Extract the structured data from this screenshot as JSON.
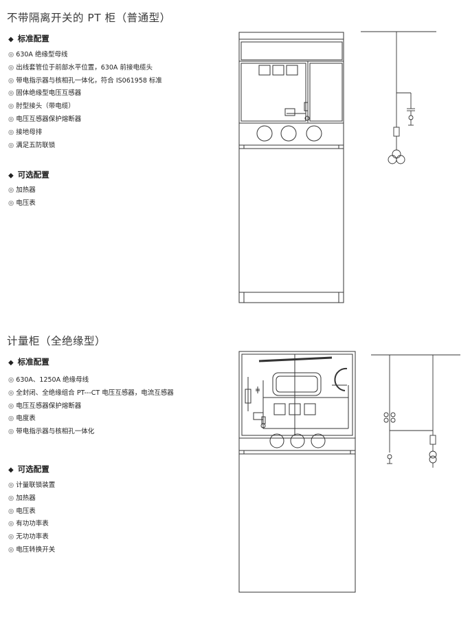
{
  "sections": [
    {
      "title": "不带隔离开关的 PT 柜（普通型）",
      "standard_heading": "标准配置",
      "standard_items": [
        "630A 绝缘型母线",
        "出线套管位于前部水平位置，630A 前接电缆头",
        "带电指示器与核相孔一体化，符合 IS061958 标准",
        "固体绝缘型电压互感器",
        "肘型接头（带电缆）",
        "电压互感器保护熔断器",
        "接地母排",
        "满足五防联锁"
      ],
      "optional_heading": "可选配置",
      "optional_items": [
        "加热器",
        "电压表"
      ]
    },
    {
      "title": "计量柜（全绝缘型）",
      "standard_heading": "标准配置",
      "standard_items": [
        "630A、1250A 绝缘母线",
        "全封闭、全绝缘组合 PT---CT 电压互感器，电流互感器",
        "电压互感器保护熔断器",
        "电度表",
        "带电指示器与核相孔一体化"
      ],
      "optional_heading": "可选配置",
      "optional_items": [
        "计量联锁装置",
        "加热器",
        "电压表",
        "有功功率表",
        "无功功率表",
        "电压转换开关"
      ]
    }
  ],
  "icons": {
    "heading_marker": "diamond-icon",
    "list_marker": "double-circle-bullet-icon"
  }
}
